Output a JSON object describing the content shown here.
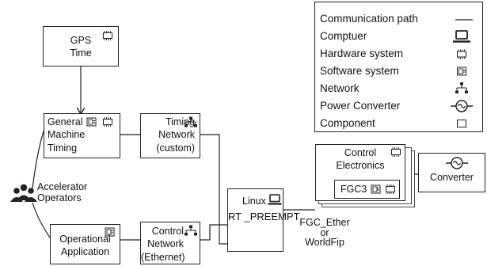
{
  "legend": {
    "items": [
      {
        "label": "Communication path",
        "icon": "communication-path-line"
      },
      {
        "label": "Comptuer",
        "icon": "computer-icon"
      },
      {
        "label": "Hardware system",
        "icon": "hardware-chip-icon"
      },
      {
        "label": "Software system",
        "icon": "software-icon"
      },
      {
        "label": "Network",
        "icon": "network-icon"
      },
      {
        "label": "Power Converter",
        "icon": "power-converter-icon"
      },
      {
        "label": "Component",
        "icon": "component-box-icon"
      }
    ]
  },
  "nodes": {
    "gps_time": "GPS\nTime",
    "general_machine_timing": "General\nMachine\nTiming",
    "timing_network": "Timing\nNetwork\n(custom)",
    "operational_application": "Operational\nApplication",
    "control_network": "Control\nNetwork\n(Ethernet)",
    "linux": "Linux",
    "rt_preempt": "RT _PREEMPT",
    "control_electronics": "Control\nElectronics",
    "fgc3": "FGC3",
    "converter": "Converter"
  },
  "labels": {
    "accelerator_operators": "Accelerator\nOperators",
    "fieldbus": "FGC_Ether\nor\nWorldFip"
  }
}
